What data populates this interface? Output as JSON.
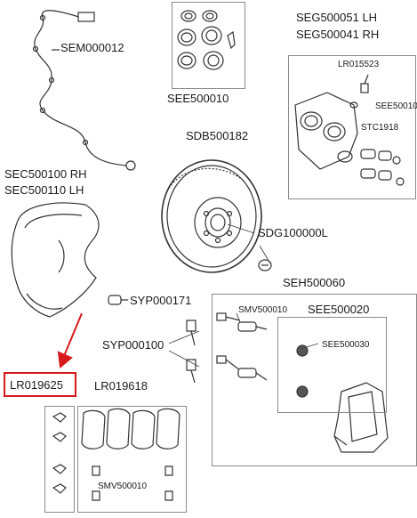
{
  "parts": {
    "abs_sensor": "SEM000012",
    "seal_kit": "SEE500010",
    "caliper_lh": "SEG500051 LH",
    "caliper_rh": "SEG500041 RH",
    "bleed_screw": "LR015523",
    "bleed_cap": "SEE50010",
    "guide_pin": "STC1918",
    "brake_disc": "SDB500182",
    "shield_rh": "SEC500100 RH",
    "shield_lh": "SEC500110 LH",
    "disc_screw": "SDG100000L",
    "shield_bolt": "SYP000171",
    "carrier": "SEH500060",
    "bolt_pair": "SYP000100",
    "carrier_bolt": "SMV500010",
    "bushing_kit": "SEE500020",
    "bushing": "SEE500030",
    "highlighted": "LR019625",
    "pads": "LR019618",
    "pad_screw": "SMV500010"
  },
  "accent_color": "#d8191c"
}
